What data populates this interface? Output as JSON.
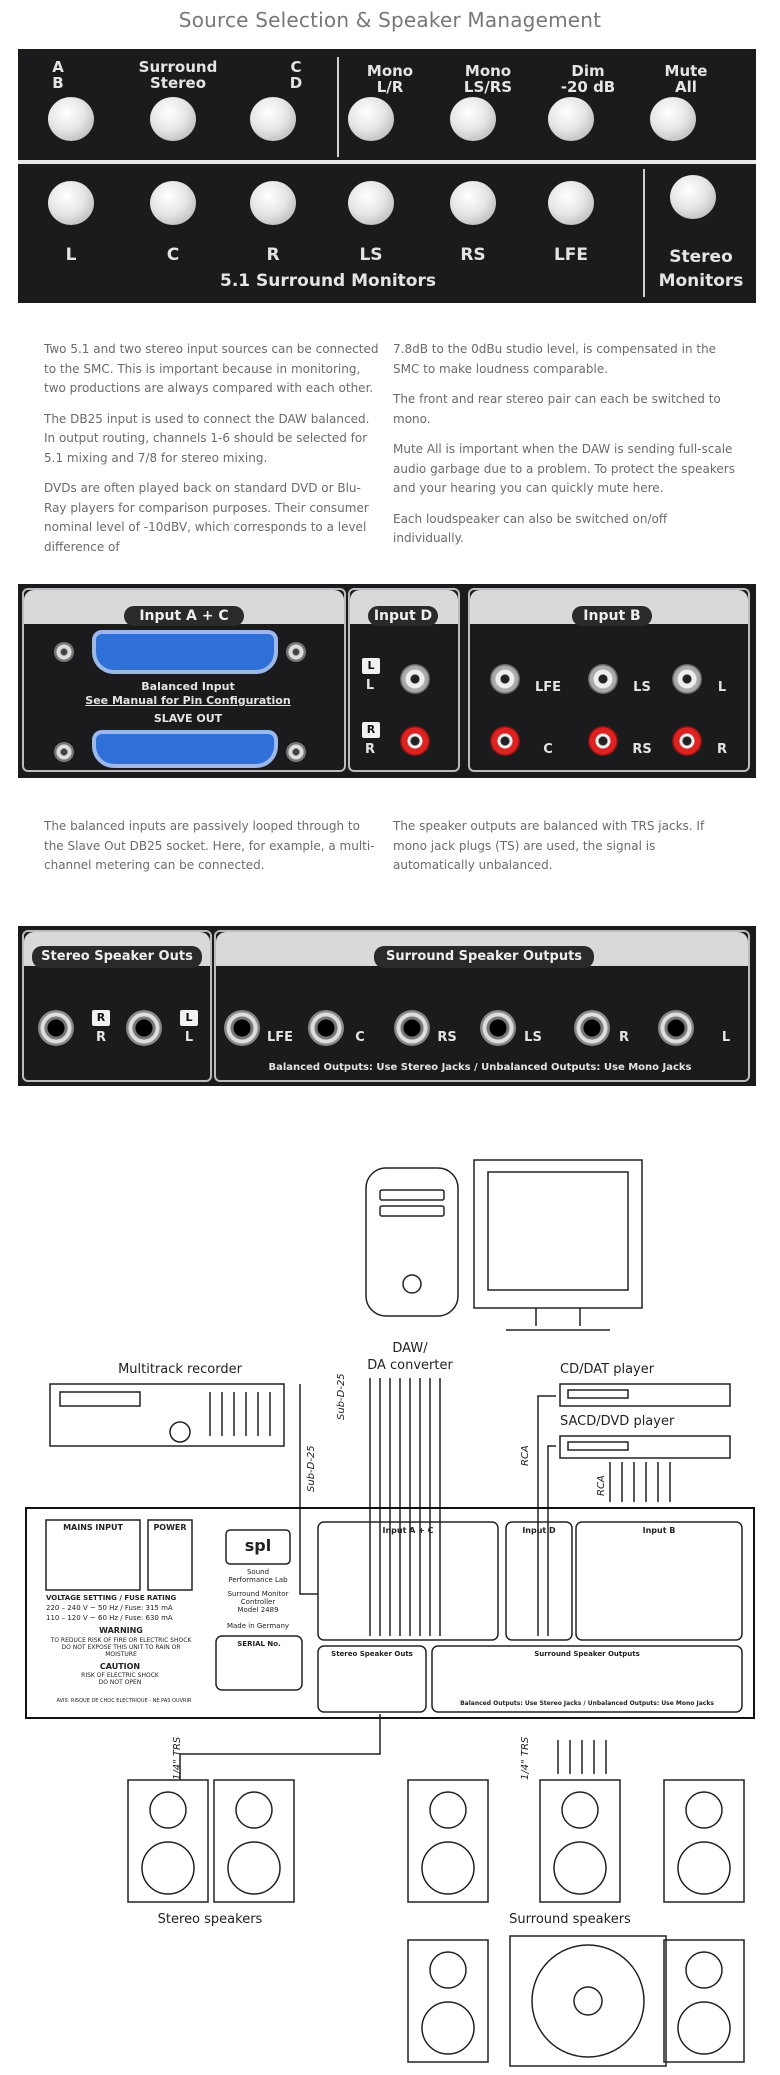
{
  "title": "Source Selection & Speaker Management",
  "panel1": {
    "top_labels": [
      {
        "id": "ab",
        "text": "A\nB"
      },
      {
        "id": "surround",
        "text": "Surround\nStereo"
      },
      {
        "id": "cd",
        "text": "C\nD"
      },
      {
        "id": "mono_lr",
        "text": "Mono\nL/R"
      },
      {
        "id": "mono_lsrs",
        "text": "Mono\nLS/RS"
      },
      {
        "id": "dim",
        "text": "Dim\n-20 dB"
      },
      {
        "id": "mute",
        "text": "Mute\nAll"
      }
    ],
    "bottom_labels": [
      "L",
      "C",
      "R",
      "LS",
      "RS",
      "LFE"
    ],
    "stereo_monitors": "Stereo\nMonitors",
    "surround_monitors": "5.1 Surround Monitors"
  },
  "text1_left": [
    "Two 5.1 and two stereo input sources can be connected to the SMC. This is important because in monitoring, two productions are always compared with each other.",
    "The DB25 input is used to connect the DAW balanced. In output routing, channels 1-6 should be selected for 5.1 mixing and 7/8 for stereo mixing.",
    "DVDs are often played back on standard DVD or Blu-Ray players for comparison purposes. Their consumer nominal level of -10dBV, which corresponds to a level difference of"
  ],
  "text1_right": [
    "7.8dB to the 0dBu studio level, is compensated in the SMC to make loudness comparable.",
    "The front and rear stereo pair can each be switched to mono.",
    "Mute All is important when the DAW is sending full-scale audio garbage due to a problem. To protect the speakers and your hearing you can quickly mute here.",
    "Each loudspeaker can also be switched on/off individually."
  ],
  "panel2": {
    "input_ac": "Input A + C",
    "input_d": "Input D",
    "input_b": "Input B",
    "balanced": "Balanced Input",
    "see_manual": "See Manual for Pin Configuration",
    "slave_out": "SLAVE OUT",
    "d_labels": [
      "L",
      "R"
    ],
    "b_top": [
      "LFE",
      "LS",
      "L"
    ],
    "b_bottom": [
      "C",
      "RS",
      "R"
    ]
  },
  "text2_left": "The balanced inputs are passively looped through to the Slave Out DB25 socket. Here, for example, a multi-channel metering can be connected.",
  "text2_right": "The speaker outputs are balanced with TRS jacks. If mono jack plugs (TS) are used, the signal is automatically unbalanced.",
  "panel3": {
    "stereo_outs": "Stereo Speaker Outs",
    "surround_outs": "Surround Speaker Outputs",
    "stereo_labels": [
      "R",
      "L"
    ],
    "surround_labels": [
      "LFE",
      "C",
      "RS",
      "LS",
      "R",
      "L"
    ],
    "footer": "Balanced Outputs: Use Stereo Jacks / Unbalanced Outputs: Use Mono Jacks"
  },
  "diagram": {
    "multitrack": "Multitrack recorder",
    "daw": "DAW/\nDA converter",
    "cd": "CD/DAT player",
    "sacd": "SACD/DVD player",
    "subd25_a": "Sub-D-25",
    "subd25_b": "Sub-D-25",
    "rca_a": "RCA",
    "rca_b": "RCA",
    "trs_a": "1/4\" TRS",
    "trs_b": "1/4\" TRS",
    "mains_input": "MAINS INPUT",
    "power": "POWER",
    "voltage": "VOLTAGE SETTING / FUSE RATING",
    "v1": "220 – 240 V ~ 50 Hz / Fuse: 315 mA",
    "v2": "110 – 120 V ~ 60 Hz / Fuse: 630 mA",
    "warning": "WARNING",
    "warning_text": "TO REDUCE RISK OF FIRE OR ELECTRIC SHOCK DO NOT EXPOSE THIS UNIT TO RAIN OR MOISTURE",
    "caution": "CAUTION",
    "caution_text": "RISK OF ELECTRIC SHOCK DO NOT OPEN",
    "avis": "AVIS: RISQUE DE CHOC ELECTRIQUE - NE PAS OUVRIR",
    "spl": "spl",
    "spl_name": "Sound\nPerformance Lab",
    "model": "Surround Monitor\nController\nModel 2489",
    "made_in": "Made in Germany",
    "serial": "SERIAL No.",
    "stereo_speakers": "Stereo speakers",
    "surround_speakers": "Surround speakers"
  }
}
